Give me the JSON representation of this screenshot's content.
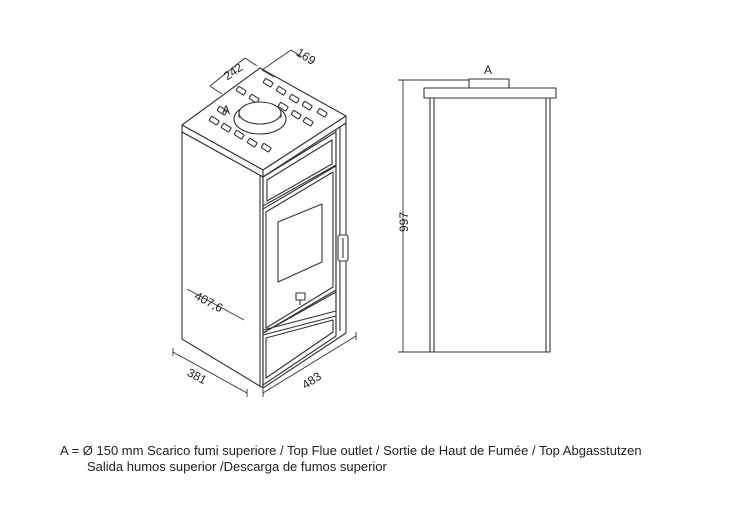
{
  "dimensions": {
    "width_top": "242",
    "depth_top": "169",
    "height": "997",
    "depth_side": "407,6",
    "depth": "381",
    "width": "483"
  },
  "labels": {
    "outlet_front": "A",
    "outlet_side": "A"
  },
  "caption": {
    "line1": "A = Ø 150 mm  Scarico fumi superiore / Top Flue outlet / Sortie de Haut de Fumée / Top Abgasstutzen",
    "line2": "Salida humos superior /Descarga de fumos superior"
  }
}
